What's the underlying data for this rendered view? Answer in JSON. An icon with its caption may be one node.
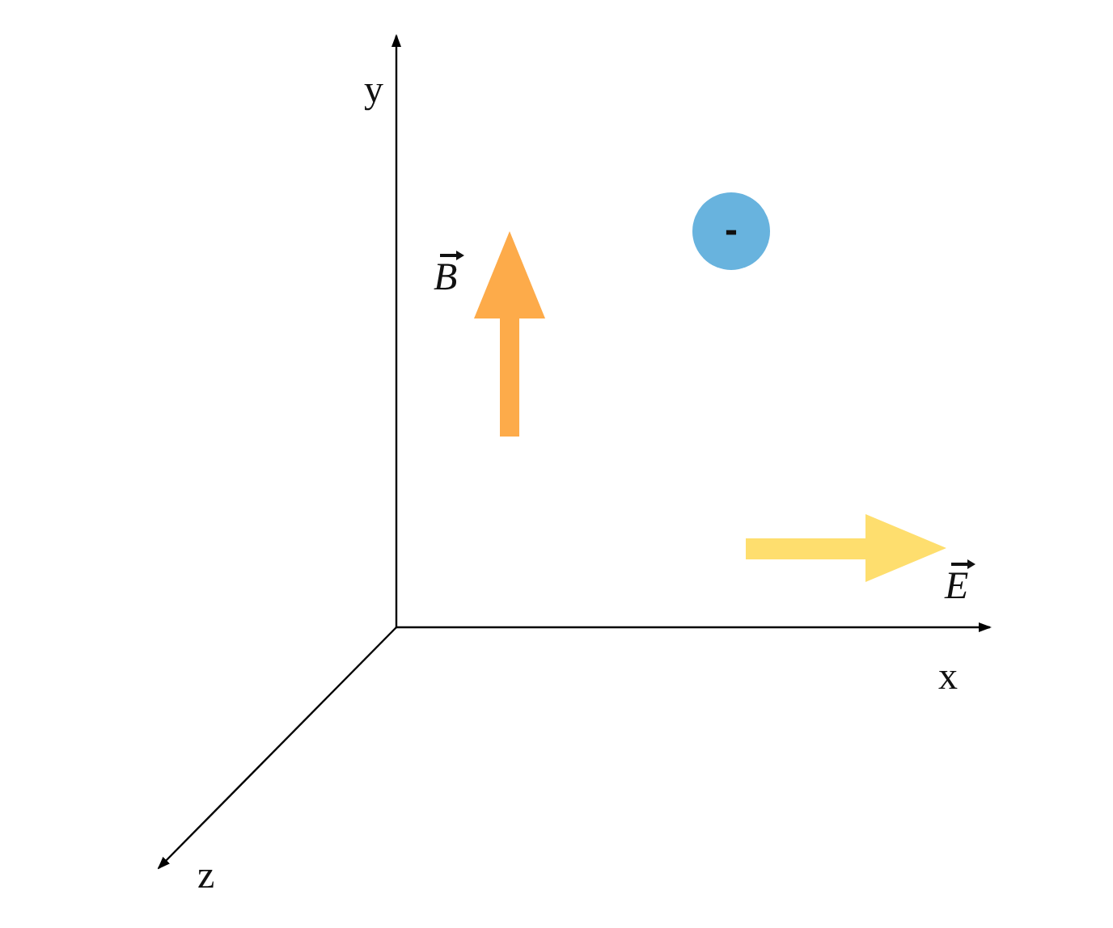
{
  "diagram": {
    "nodes": [
      {
        "text": [
          "-"
        ]
      }
    ],
    "labels": [
      "y",
      "B",
      "E",
      "x",
      "z"
    ]
  }
}
